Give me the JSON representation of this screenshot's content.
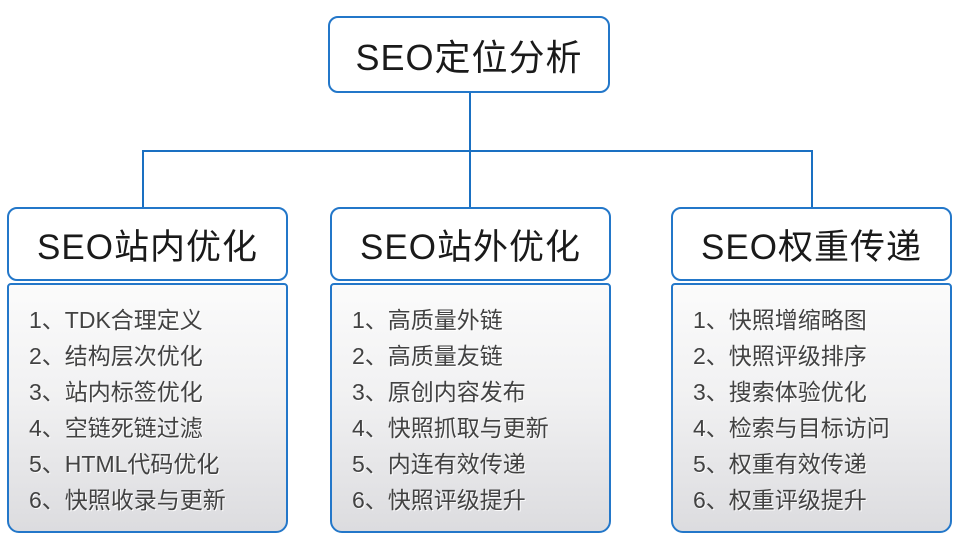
{
  "diagram": {
    "root": {
      "label": "SEO定位分析"
    },
    "branches": [
      {
        "title": "SEO站内优化",
        "items": [
          "1、TDK合理定义",
          "2、结构层次优化",
          "3、站内标签优化",
          "4、空链死链过滤",
          "5、HTML代码优化",
          "6、快照收录与更新"
        ]
      },
      {
        "title": "SEO站外优化",
        "items": [
          "1、高质量外链",
          "2、高质量友链",
          "3、原创内容发布",
          "4、快照抓取与更新",
          "5、内连有效传递",
          "6、快照评级提升"
        ]
      },
      {
        "title": "SEO权重传递",
        "items": [
          "1、快照增缩略图",
          "2、快照评级排序",
          "3、搜索体验优化",
          "4、检索与目标访问",
          "5、权重有效传递",
          "6、权重评级提升"
        ]
      }
    ],
    "colors": {
      "box_border": "#2377c9",
      "connector_line": "#1a70c2",
      "header_background": "#ffffff",
      "body_gradient_top": "#fbfbfb",
      "body_gradient_bottom": "#dcdcdf",
      "header_text": "#1a1a1a",
      "item_text": "#424242"
    }
  }
}
